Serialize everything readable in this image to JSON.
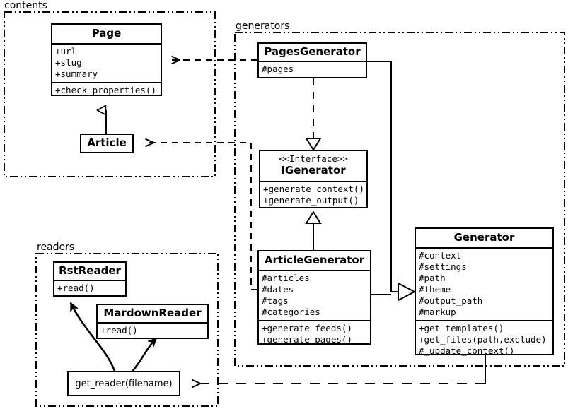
{
  "diagram": {
    "title": "UML class diagram",
    "type": "uml-class-diagram",
    "stroke_color": "#000000",
    "background_color": "#ffffff"
  },
  "packages": [
    {
      "name": "contents",
      "label": "contents"
    },
    {
      "name": "generators",
      "label": "generators"
    },
    {
      "name": "readers",
      "label": "readers"
    }
  ],
  "classes": {
    "page": {
      "name": "Page",
      "attributes": [
        "+url",
        "+slug",
        "+summary"
      ],
      "operations": [
        "+check_properties()"
      ]
    },
    "article": {
      "name": "Article",
      "attributes": [],
      "operations": []
    },
    "pages_generator": {
      "name": "PagesGenerator",
      "attributes": [
        "#pages"
      ],
      "operations": []
    },
    "igenerator": {
      "stereotype": "<<Interface>>",
      "name": "IGenerator",
      "attributes": [],
      "operations": [
        "+generate_context()",
        "+generate_output()"
      ]
    },
    "article_generator": {
      "name": "ArticleGenerator",
      "attributes": [
        "#articles",
        "#dates",
        "#tags",
        "#categories"
      ],
      "operations": [
        "+generate_feeds()",
        "+generate_pages()"
      ]
    },
    "generator": {
      "name": "Generator",
      "attributes": [
        "#context",
        "#settings",
        "#path",
        "#theme",
        "#output_path",
        "#markup"
      ],
      "operations": [
        "+get_templates()",
        "+get_files(path,exclude)",
        "#_update_context()"
      ]
    },
    "rst_reader": {
      "name": "RstReader",
      "attributes": [],
      "operations": [
        "+read()"
      ]
    },
    "mardown_reader": {
      "name": "MardownReader",
      "attributes": [],
      "operations": [
        "+read()"
      ]
    },
    "get_reader": {
      "name": "get_reader(filename)"
    }
  },
  "relationships": [
    {
      "kind": "generalization",
      "from": "Article",
      "to": "Page"
    },
    {
      "kind": "realization",
      "from": "PagesGenerator",
      "to": "IGenerator"
    },
    {
      "kind": "generalization",
      "from": "ArticleGenerator",
      "to": "IGenerator"
    },
    {
      "kind": "generalization",
      "from": "PagesGenerator",
      "to": "Generator"
    },
    {
      "kind": "generalization",
      "from": "ArticleGenerator",
      "to": "Generator"
    },
    {
      "kind": "dependency",
      "from": "PagesGenerator",
      "to": "Page"
    },
    {
      "kind": "dependency",
      "from": "ArticleGenerator",
      "to": "Article"
    },
    {
      "kind": "dependency",
      "from": "Generator",
      "to": "get_reader(filename)"
    },
    {
      "kind": "dependency",
      "from": "get_reader(filename)",
      "to": "RstReader"
    },
    {
      "kind": "dependency",
      "from": "get_reader(filename)",
      "to": "MardownReader"
    }
  ]
}
